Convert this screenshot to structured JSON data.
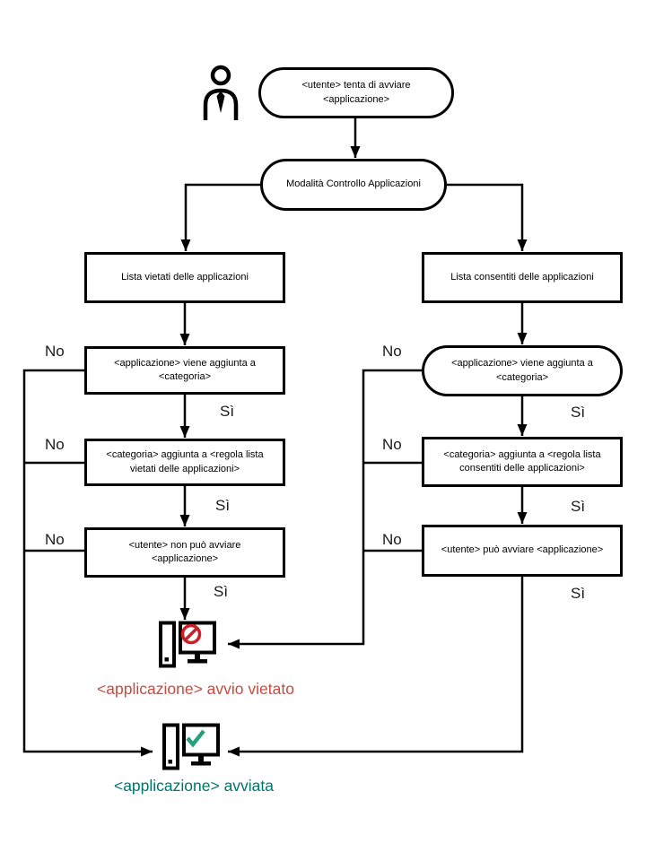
{
  "diagram": {
    "start": "<utente> tenta di avviare <applicazione>",
    "mode": "Modalità Controllo Applicazioni",
    "labels": {
      "yes": "Sì",
      "no": "No"
    },
    "deny_branch": {
      "title": "Lista vietati delle applicazioni",
      "steps": [
        "<applicazione> viene aggiunta a <categoria>",
        "<categoria> aggiunta a <regola lista vietati delle applicazioni>",
        "<utente> non può avviare <applicazione>"
      ],
      "result": "<applicazione> avvio vietato",
      "result_color": "#c9493f",
      "icon": "computer-blocked-icon",
      "icon_color": "#cc2026"
    },
    "allow_branch": {
      "title": "Lista consentiti delle applicazioni",
      "steps": [
        "<applicazione> viene aggiunta a <categoria>",
        "<categoria> aggiunta a <regola lista consentiti delle applicazioni>",
        "<utente> può avviare <applicazione>"
      ],
      "result": "<applicazione> avviata",
      "result_color": "#00756b",
      "icon": "computer-allowed-icon",
      "icon_color": "#26a17b"
    },
    "actor_icon": "user-icon",
    "line_color": "#000000"
  }
}
